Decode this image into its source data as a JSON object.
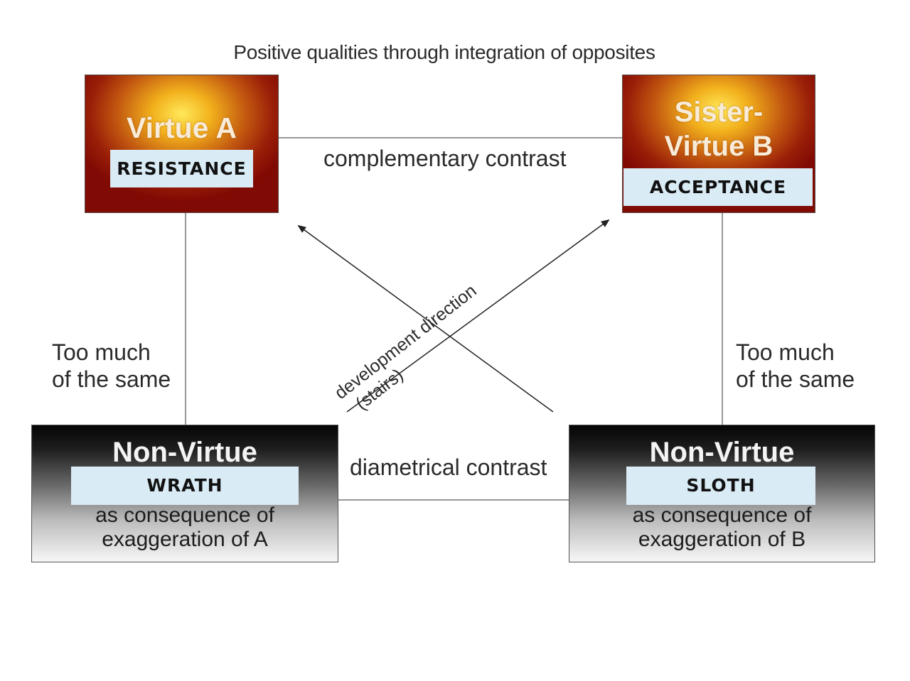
{
  "title": "Positive qualities through integration of opposites",
  "virtue_a": {
    "title_line1": "Virtue A",
    "label": "RESISTANCE"
  },
  "virtue_b": {
    "title_line1": "Sister-",
    "title_line2": "Virtue B",
    "label": "ACCEPTANCE"
  },
  "nonvirtue_left": {
    "title": "Non-Virtue",
    "label": "WRATH",
    "sub_line1": "as consequence of",
    "sub_line2": "exaggeration of A"
  },
  "nonvirtue_right": {
    "title": "Non-Virtue",
    "label": "SLOTH",
    "sub_line1": "as consequence of",
    "sub_line2": "exaggeration of B"
  },
  "edges": {
    "top": "complementary contrast",
    "bottom": "diametrical contrast",
    "left_line1": "Too much",
    "left_line2": "of the same",
    "right_line1": "Too much",
    "right_line2": "of the same",
    "diagonal_line1": "development direction",
    "diagonal_line2": "(stairs)"
  },
  "colors": {
    "virtue_dark": "#800a04",
    "virtue_glow": "#ffe95a",
    "label_bg": "#d9ebf5",
    "nonvirtue_dark": "#050505"
  }
}
